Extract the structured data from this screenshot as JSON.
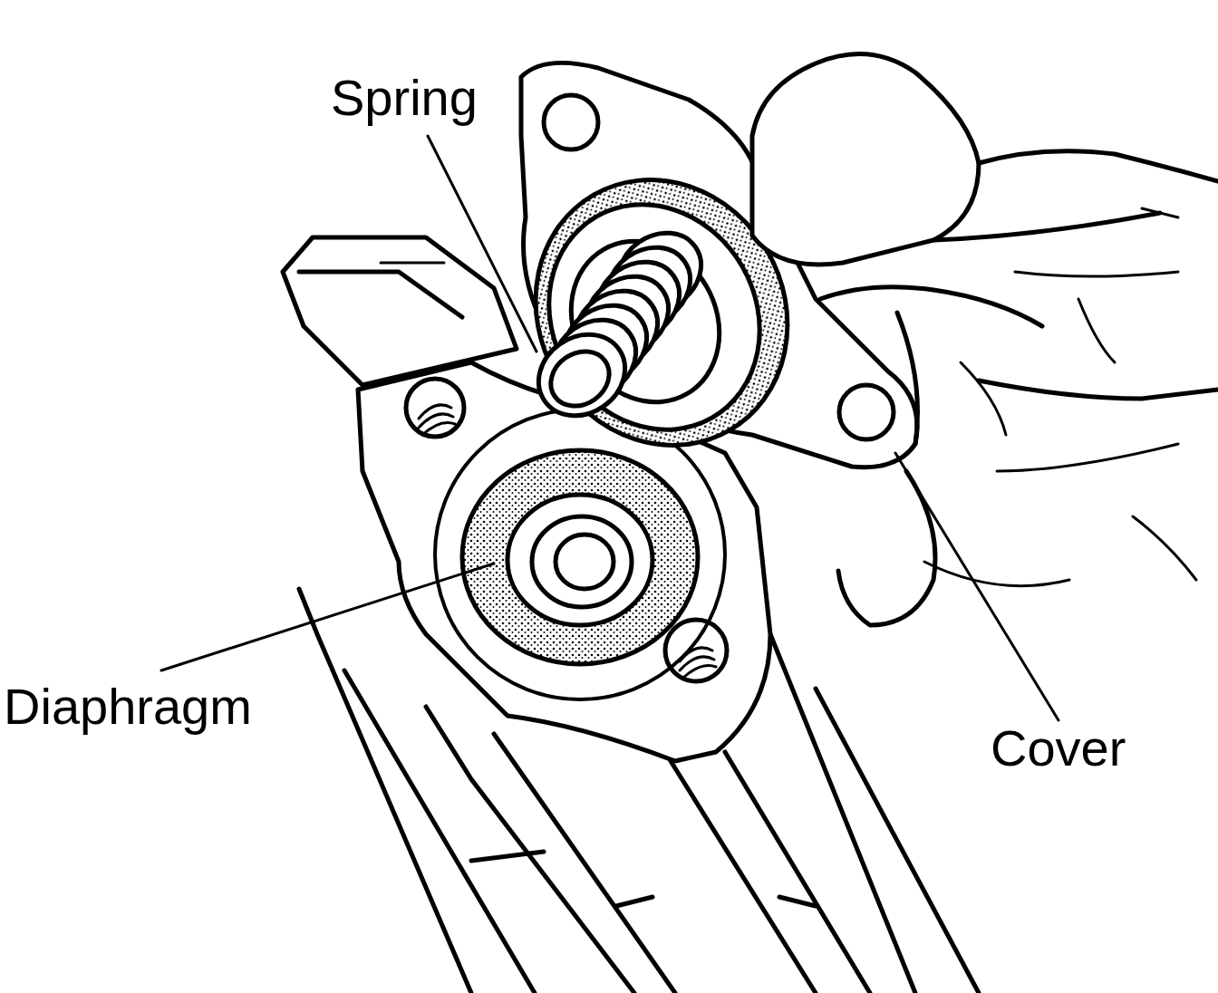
{
  "diagram": {
    "labels": [
      "Spring",
      "Diaphragm",
      "Cover"
    ]
  }
}
